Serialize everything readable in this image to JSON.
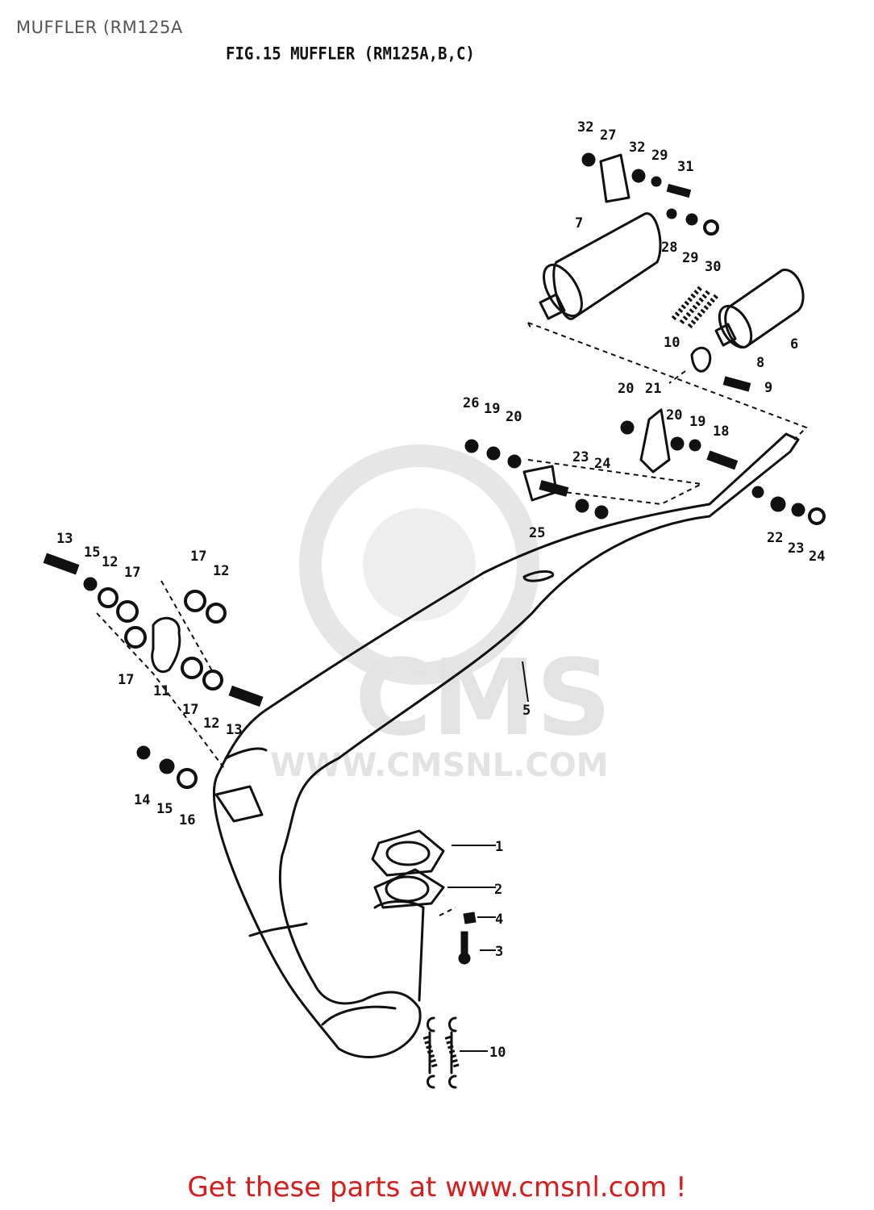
{
  "page_title": "MUFFLER (RM125A",
  "figure_title": "FIG.15  MUFFLER (RM125A,B,C)",
  "watermark": {
    "brand": "CMS",
    "url": "WWW.CMSNL.COM"
  },
  "footer_text": "Get these parts at www.cmsnl.com !",
  "callouts": [
    "32",
    "27",
    "32",
    "29",
    "31",
    "7",
    "28",
    "29",
    "30",
    "6",
    "10",
    "8",
    "9",
    "20",
    "21",
    "20",
    "19",
    "18",
    "26",
    "19",
    "20",
    "23",
    "24",
    "25",
    "22",
    "23",
    "24",
    "13",
    "15",
    "12",
    "17",
    "17",
    "12",
    "17",
    "11",
    "17",
    "12",
    "13",
    "5",
    "14",
    "15",
    "16",
    "1",
    "2",
    "4",
    "3",
    "10"
  ],
  "colors": {
    "footer": "#dd1a1a",
    "line_art": "#111111",
    "watermark": "#e3e3e3"
  }
}
